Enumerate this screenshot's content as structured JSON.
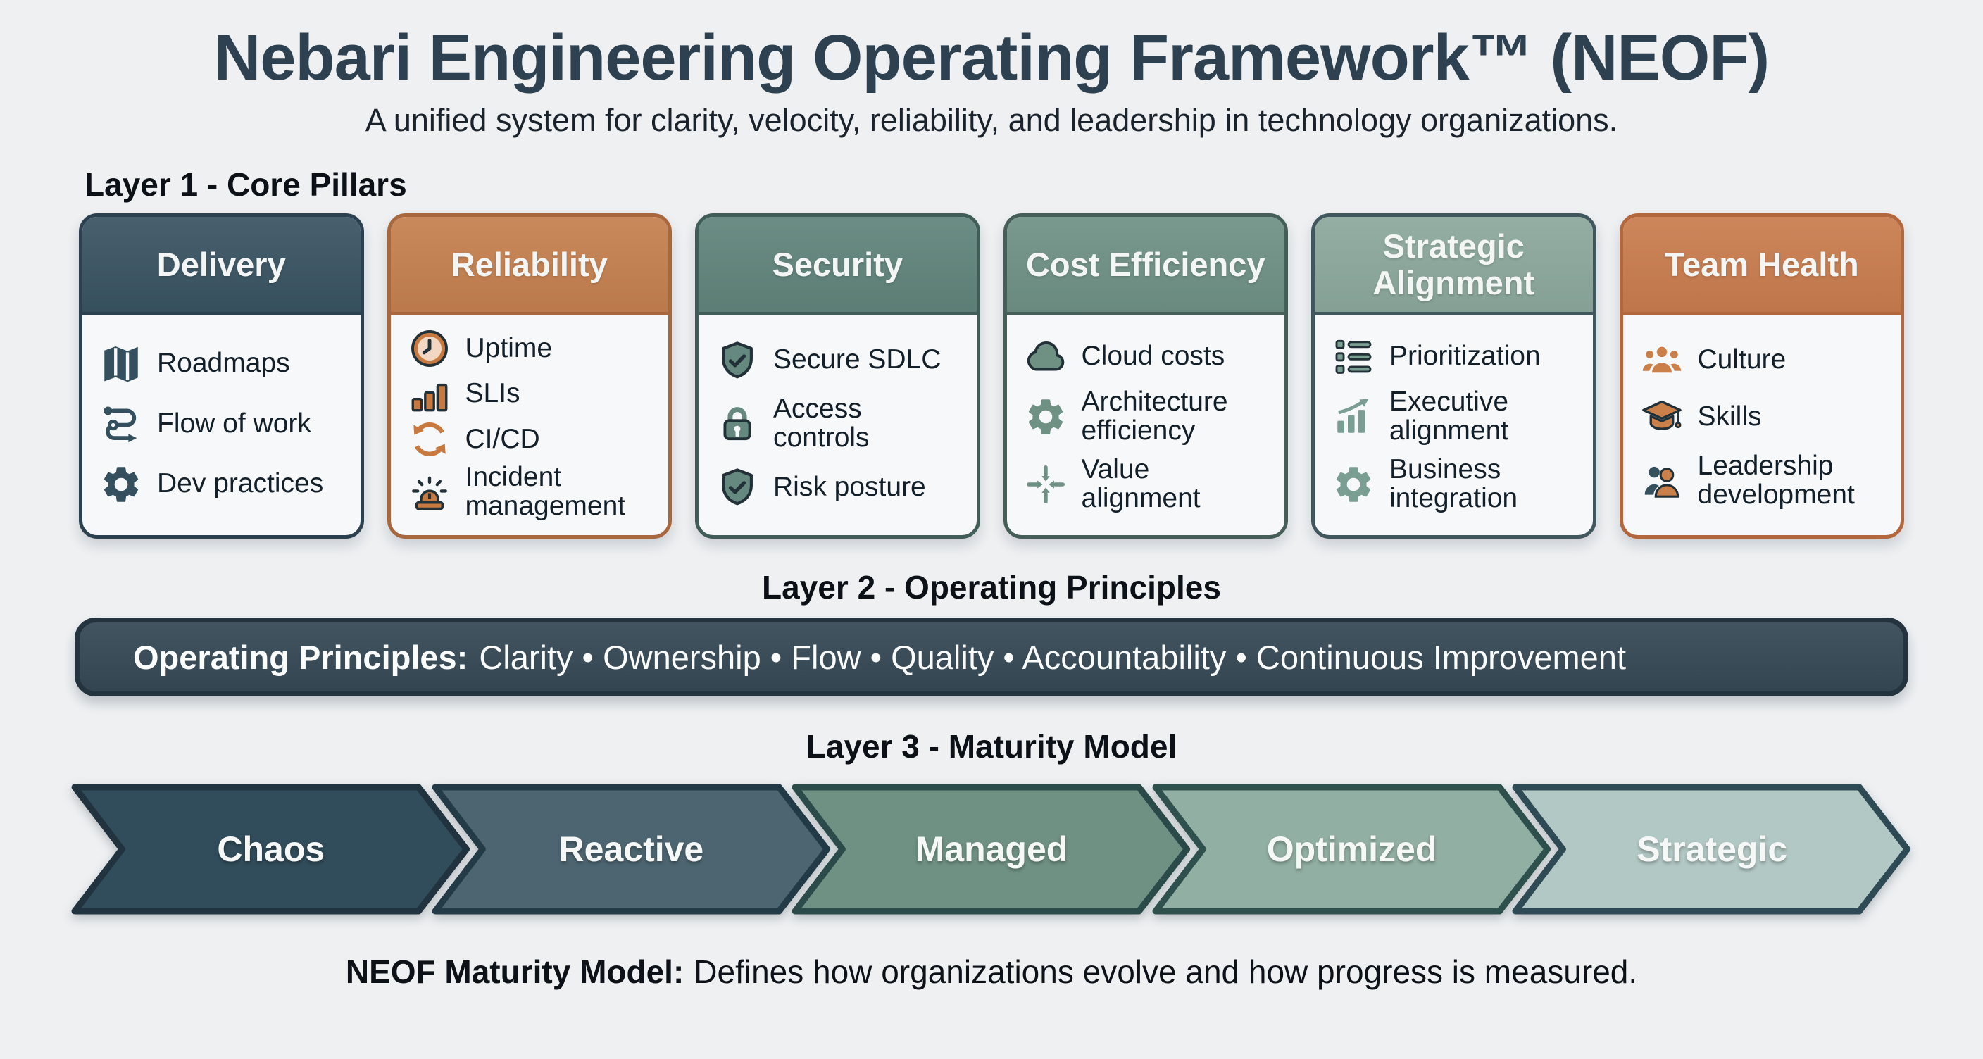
{
  "header": {
    "title": "Nebari Engineering Operating Framework™ (NEOF)",
    "subtitle": "A unified system for clarity, velocity, reliability, and leadership in technology organizations."
  },
  "layer1": {
    "heading": "Layer 1 - Core Pillars"
  },
  "pillars": [
    {
      "title": "Delivery",
      "colors": {
        "header": "#3a5462",
        "border": "#2b4150",
        "icon": "#34505f"
      },
      "items": [
        {
          "icon": "map-icon",
          "label": "Roadmaps"
        },
        {
          "icon": "workflow-icon",
          "label": "Flow of work"
        },
        {
          "icon": "gear-icon",
          "label": "Dev practices"
        }
      ]
    },
    {
      "title": "Reliability",
      "colors": {
        "header": "#c5804f",
        "border": "#a9673d",
        "icon": "#c8793f"
      },
      "items": [
        {
          "icon": "clock-icon",
          "label": "Uptime"
        },
        {
          "icon": "bar-chart-icon",
          "label": "SLIs"
        },
        {
          "icon": "refresh-icon",
          "label": "CI/CD"
        },
        {
          "icon": "siren-icon",
          "label": "Incident management"
        }
      ]
    },
    {
      "title": "Security",
      "colors": {
        "header": "#60847b",
        "border": "#415d57",
        "icon": "#66897f"
      },
      "items": [
        {
          "icon": "shield-check-icon",
          "label": "Secure SDLC"
        },
        {
          "icon": "lock-icon",
          "label": "Access controls"
        },
        {
          "icon": "shield-check-icon",
          "label": "Risk posture"
        }
      ]
    },
    {
      "title": "Cost Efficiency",
      "colors": {
        "header": "#6f9186",
        "border": "#455f58",
        "icon": "#6e9184"
      },
      "items": [
        {
          "icon": "cloud-icon",
          "label": "Cloud costs"
        },
        {
          "icon": "gear-icon",
          "label": "Architecture efficiency"
        },
        {
          "icon": "converge-arrows-icon",
          "label": "Value alignment"
        }
      ]
    },
    {
      "title": "Strategic Alignment",
      "colors": {
        "header": "#8ca89d",
        "border": "#41575e",
        "icon": "#7b9e92"
      },
      "items": [
        {
          "icon": "priority-list-icon",
          "label": "Prioritization"
        },
        {
          "icon": "growth-chart-icon",
          "label": "Executive alignment"
        },
        {
          "icon": "gear-icon",
          "label": "Business integration"
        }
      ]
    },
    {
      "title": "Team Health",
      "colors": {
        "header": "#c97c4e",
        "border": "#b2683c",
        "icon": "#cc8049"
      },
      "items": [
        {
          "icon": "people-icon",
          "label": "Culture"
        },
        {
          "icon": "graduation-cap-icon",
          "label": "Skills"
        },
        {
          "icon": "leadership-icon",
          "label": "Leadership development"
        }
      ]
    }
  ],
  "layer2": {
    "heading": "Layer 2 - Operating Principles",
    "bar_label": "Operating Principles:",
    "bar_text": "Clarity • Ownership • Flow • Quality • Accountability • Continuous Improvement",
    "bar_bg": "#374b57"
  },
  "layer3": {
    "heading": "Layer 3 - Maturity Model"
  },
  "maturity": {
    "stages": [
      {
        "label": "Chaos",
        "color": "#314c5a"
      },
      {
        "label": "Reactive",
        "color": "#4d6570"
      },
      {
        "label": "Managed",
        "color": "#6f9183"
      },
      {
        "label": "Optimized",
        "color": "#92afa3"
      },
      {
        "label": "Strategic",
        "color": "#b2c8c4"
      }
    ]
  },
  "footer": {
    "label": "NEOF Maturity Model:",
    "text": "Defines how organizations evolve and how progress is measured."
  }
}
